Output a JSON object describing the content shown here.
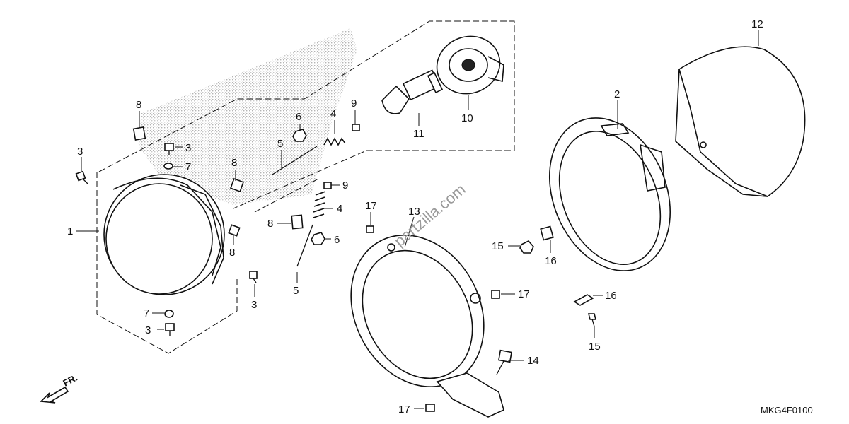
{
  "callouts": [
    {
      "id": "c1",
      "label": "1"
    },
    {
      "id": "c2",
      "label": "2"
    },
    {
      "id": "c3a",
      "label": "3"
    },
    {
      "id": "c3b",
      "label": "3"
    },
    {
      "id": "c3c",
      "label": "3"
    },
    {
      "id": "c3d",
      "label": "3"
    },
    {
      "id": "c4a",
      "label": "4"
    },
    {
      "id": "c4b",
      "label": "4"
    },
    {
      "id": "c5a",
      "label": "5"
    },
    {
      "id": "c5b",
      "label": "5"
    },
    {
      "id": "c6a",
      "label": "6"
    },
    {
      "id": "c6b",
      "label": "6"
    },
    {
      "id": "c7a",
      "label": "7"
    },
    {
      "id": "c7b",
      "label": "7"
    },
    {
      "id": "c8a",
      "label": "8"
    },
    {
      "id": "c8b",
      "label": "8"
    },
    {
      "id": "c8c",
      "label": "8"
    },
    {
      "id": "c8d",
      "label": "8"
    },
    {
      "id": "c9a",
      "label": "9"
    },
    {
      "id": "c9b",
      "label": "9"
    },
    {
      "id": "c10",
      "label": "10"
    },
    {
      "id": "c11",
      "label": "11"
    },
    {
      "id": "c12",
      "label": "12"
    },
    {
      "id": "c13",
      "label": "13"
    },
    {
      "id": "c14",
      "label": "14"
    },
    {
      "id": "c15a",
      "label": "15"
    },
    {
      "id": "c15b",
      "label": "15"
    },
    {
      "id": "c16a",
      "label": "16"
    },
    {
      "id": "c16b",
      "label": "16"
    },
    {
      "id": "c17a",
      "label": "17"
    },
    {
      "id": "c17b",
      "label": "17"
    },
    {
      "id": "c17c",
      "label": "17"
    }
  ],
  "watermark": "partzilla.com",
  "direction_label": "FR.",
  "diagram_code": "MKG4F0100"
}
